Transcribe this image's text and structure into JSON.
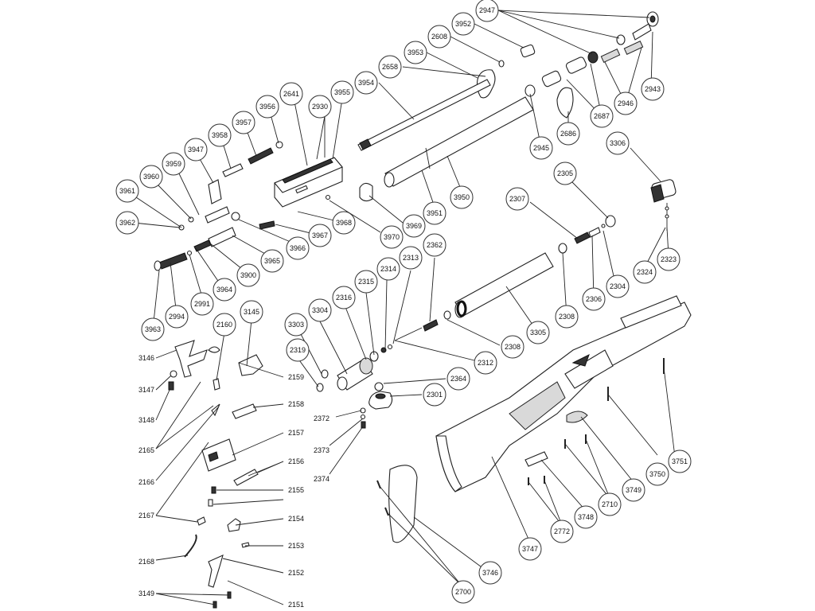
{
  "callouts": [
    {
      "id": "2947",
      "text": "2947"
    },
    {
      "id": "3952",
      "text": "3952"
    },
    {
      "id": "2608",
      "text": "2608"
    },
    {
      "id": "3953",
      "text": "3953"
    },
    {
      "id": "2658",
      "text": "2658"
    },
    {
      "id": "3954",
      "text": "3954"
    },
    {
      "id": "3955",
      "text": "3955"
    },
    {
      "id": "2930",
      "text": "2930"
    },
    {
      "id": "2641",
      "text": "2641"
    },
    {
      "id": "3956",
      "text": "3956"
    },
    {
      "id": "3957",
      "text": "3957"
    },
    {
      "id": "3958",
      "text": "3958"
    },
    {
      "id": "3947",
      "text": "3947"
    },
    {
      "id": "3959",
      "text": "3959"
    },
    {
      "id": "3960",
      "text": "3960"
    },
    {
      "id": "3961",
      "text": "3961"
    },
    {
      "id": "3962",
      "text": "3962"
    },
    {
      "id": "2946",
      "text": "2946"
    },
    {
      "id": "2943",
      "text": "2943"
    },
    {
      "id": "2687",
      "text": "2687"
    },
    {
      "id": "2686",
      "text": "2686"
    },
    {
      "id": "2945",
      "text": "2945"
    },
    {
      "id": "3306",
      "text": "3306"
    },
    {
      "id": "2305",
      "text": "2305"
    },
    {
      "id": "2307",
      "text": "2307"
    },
    {
      "id": "3950",
      "text": "3950"
    },
    {
      "id": "3951",
      "text": "3951"
    },
    {
      "id": "3969",
      "text": "3969"
    },
    {
      "id": "3970",
      "text": "3970"
    },
    {
      "id": "3968",
      "text": "3968"
    },
    {
      "id": "3967",
      "text": "3967"
    },
    {
      "id": "3966",
      "text": "3966"
    },
    {
      "id": "3965",
      "text": "3965"
    },
    {
      "id": "3900",
      "text": "3900"
    },
    {
      "id": "3964",
      "text": "3964"
    },
    {
      "id": "2991",
      "text": "2991"
    },
    {
      "id": "2994",
      "text": "2994"
    },
    {
      "id": "3963",
      "text": "3963"
    },
    {
      "id": "2362",
      "text": "2362"
    },
    {
      "id": "2313",
      "text": "2313"
    },
    {
      "id": "2314",
      "text": "2314"
    },
    {
      "id": "2315",
      "text": "2315"
    },
    {
      "id": "2316",
      "text": "2316"
    },
    {
      "id": "3304",
      "text": "3304"
    },
    {
      "id": "3303",
      "text": "3303"
    },
    {
      "id": "2319",
      "text": "2319"
    },
    {
      "id": "2324",
      "text": "2324"
    },
    {
      "id": "2323",
      "text": "2323"
    },
    {
      "id": "2304",
      "text": "2304"
    },
    {
      "id": "2306",
      "text": "2306"
    },
    {
      "id": "2308a",
      "text": "2308"
    },
    {
      "id": "3305",
      "text": "3305"
    },
    {
      "id": "2308b",
      "text": "2308"
    },
    {
      "id": "2312",
      "text": "2312"
    },
    {
      "id": "2364",
      "text": "2364"
    },
    {
      "id": "2301",
      "text": "2301"
    },
    {
      "id": "2372",
      "text": "2372"
    },
    {
      "id": "2373",
      "text": "2373"
    },
    {
      "id": "2374",
      "text": "2374"
    },
    {
      "id": "2160",
      "text": "2160"
    },
    {
      "id": "3145",
      "text": "3145"
    },
    {
      "id": "3146",
      "text": "3146"
    },
    {
      "id": "3147",
      "text": "3147"
    },
    {
      "id": "3148",
      "text": "3148"
    },
    {
      "id": "2165",
      "text": "2165"
    },
    {
      "id": "2166",
      "text": "2166"
    },
    {
      "id": "2167",
      "text": "2167"
    },
    {
      "id": "2168",
      "text": "2168"
    },
    {
      "id": "3149",
      "text": "3149"
    },
    {
      "id": "2159",
      "text": "2159"
    },
    {
      "id": "2158",
      "text": "2158"
    },
    {
      "id": "2157",
      "text": "2157"
    },
    {
      "id": "2156",
      "text": "2156"
    },
    {
      "id": "2155",
      "text": "2155"
    },
    {
      "id": "2154",
      "text": "2154"
    },
    {
      "id": "2153",
      "text": "2153"
    },
    {
      "id": "2152",
      "text": "2152"
    },
    {
      "id": "2151",
      "text": "2151"
    },
    {
      "id": "3750",
      "text": "3750"
    },
    {
      "id": "3751",
      "text": "3751"
    },
    {
      "id": "3749",
      "text": "3749"
    },
    {
      "id": "2710",
      "text": "2710"
    },
    {
      "id": "3748",
      "text": "3748"
    },
    {
      "id": "2772",
      "text": "2772"
    },
    {
      "id": "3747",
      "text": "3747"
    },
    {
      "id": "3746",
      "text": "3746"
    },
    {
      "id": "2700",
      "text": "2700"
    }
  ]
}
